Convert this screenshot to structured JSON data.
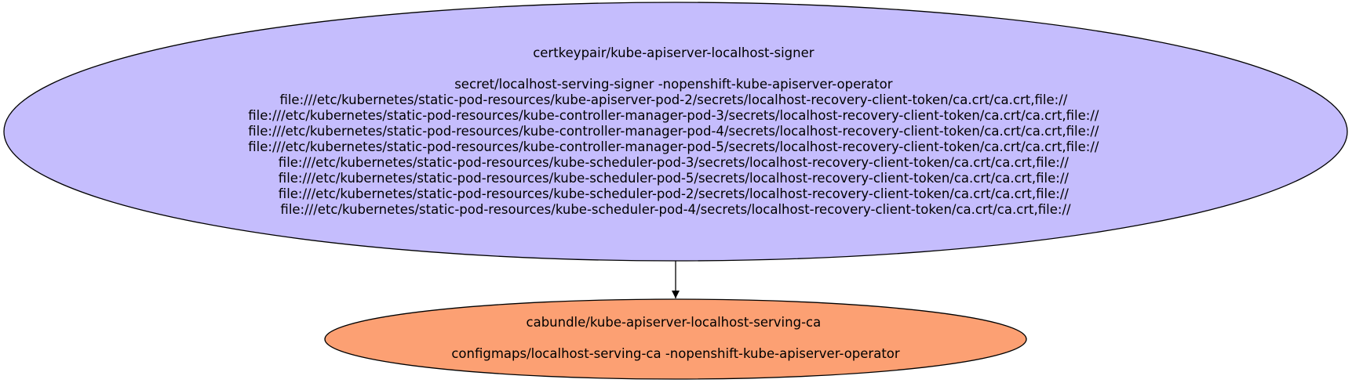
{
  "graph": {
    "nodes": [
      {
        "id": "signer",
        "fill": "#c5bdfd",
        "lines": [
          "certkeypair/kube-apiserver-localhost-signer",
          "",
          "secret/localhost-serving-signer -nopenshift-kube-apiserver-operator",
          "file:///etc/kubernetes/static-pod-resources/kube-apiserver-pod-2/secrets/localhost-recovery-client-token/ca.crt/ca.crt,file://",
          "file:///etc/kubernetes/static-pod-resources/kube-controller-manager-pod-3/secrets/localhost-recovery-client-token/ca.crt/ca.crt,file://",
          "file:///etc/kubernetes/static-pod-resources/kube-controller-manager-pod-4/secrets/localhost-recovery-client-token/ca.crt/ca.crt,file://",
          "file:///etc/kubernetes/static-pod-resources/kube-controller-manager-pod-5/secrets/localhost-recovery-client-token/ca.crt/ca.crt,file://",
          "file:///etc/kubernetes/static-pod-resources/kube-scheduler-pod-3/secrets/localhost-recovery-client-token/ca.crt/ca.crt,file://",
          "file:///etc/kubernetes/static-pod-resources/kube-scheduler-pod-5/secrets/localhost-recovery-client-token/ca.crt/ca.crt,file://",
          "file:///etc/kubernetes/static-pod-resources/kube-scheduler-pod-2/secrets/localhost-recovery-client-token/ca.crt/ca.crt,file://",
          "file:///etc/kubernetes/static-pod-resources/kube-scheduler-pod-4/secrets/localhost-recovery-client-token/ca.crt/ca.crt,file://"
        ]
      },
      {
        "id": "cabundle",
        "fill": "#fca073",
        "lines": [
          "cabundle/kube-apiserver-localhost-serving-ca",
          "",
          "configmaps/localhost-serving-ca -nopenshift-kube-apiserver-operator"
        ]
      }
    ],
    "edges": [
      {
        "from": "signer",
        "to": "cabundle"
      }
    ],
    "stroke_color": "#000000"
  }
}
